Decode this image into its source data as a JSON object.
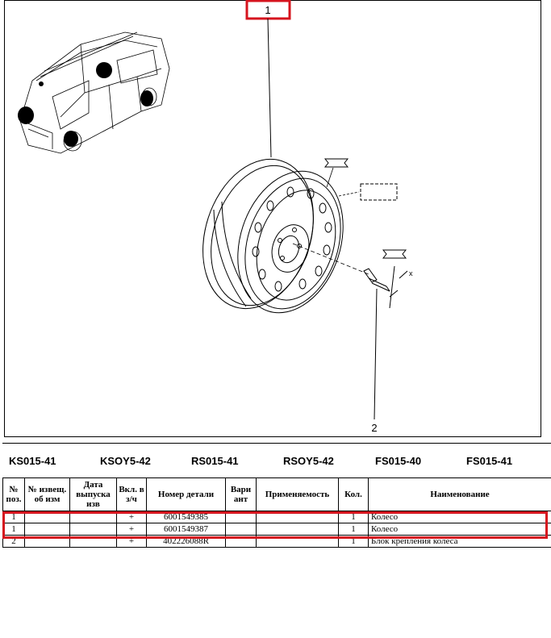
{
  "diagram": {
    "callout_top": "1",
    "callout_bottom": "2"
  },
  "models": [
    "KS015-41",
    "KSOY5-42",
    "RS015-41",
    "RSOY5-42",
    "FS015-40",
    "FS015-41"
  ],
  "table": {
    "headers": {
      "pos": "№ поз.",
      "notice": "№ извещ. об изм",
      "date": "Дата выпуска изв",
      "incl": "Вкл. в з/ч",
      "part_no": "Номер детали",
      "variant": "Вари ант",
      "usage": "Применяемость",
      "qty": "Кол.",
      "name": "Наименование"
    },
    "rows": [
      {
        "pos": "1",
        "notice": "",
        "date": "",
        "incl": "+",
        "part_no": "6001549385",
        "variant": "",
        "usage": "",
        "qty": "1",
        "name": "Колесо"
      },
      {
        "pos": "1",
        "notice": "",
        "date": "",
        "incl": "+",
        "part_no": "6001549387",
        "variant": "",
        "usage": "",
        "qty": "1",
        "name": "Колесо"
      },
      {
        "pos": "2",
        "notice": "",
        "date": "",
        "incl": "+",
        "part_no": "402226088R",
        "variant": "",
        "usage": "",
        "qty": "1",
        "name": "Блок крепления колеса"
      }
    ]
  },
  "colors": {
    "highlight": "#d6141e",
    "line": "#000000",
    "background": "#ffffff"
  }
}
